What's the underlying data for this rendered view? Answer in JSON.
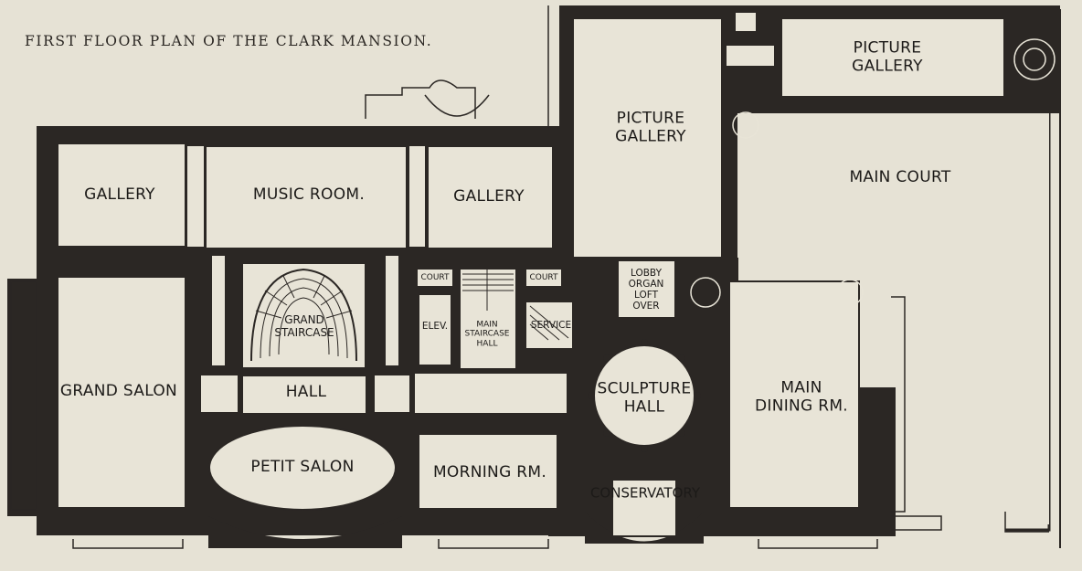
{
  "plan": {
    "title": "FIRST FLOOR PLAN OF THE CLARK MANSION.",
    "colors": {
      "paper": "#e6e2d5",
      "ink": "#2b2724",
      "room_fill": "#e8e4d7"
    }
  },
  "rooms": {
    "picture_gallery_top": [
      "PICTURE",
      "GALLERY"
    ],
    "picture_gallery_mid": [
      "PICTURE",
      "GALLERY"
    ],
    "main_court": "MAIN COURT",
    "gallery_left": "GALLERY",
    "music_room": "MUSIC ROOM.",
    "gallery_right": "GALLERY",
    "court_left": "COURT",
    "court_right": "COURT",
    "lobby": [
      "LOBBY",
      "ORGAN",
      "LOFT",
      "OVER"
    ],
    "grand_staircase": [
      "GRAND",
      "STAIRCASE"
    ],
    "elevator": "ELEV.",
    "main_staircase_hall": [
      "MAIN",
      "STAIRCASE",
      "HALL"
    ],
    "service": "SERVICE",
    "grand_salon": "GRAND SALON",
    "hall": "HALL",
    "sculpture_hall": [
      "SCULPTURE",
      "HALL"
    ],
    "main_dining_rm": [
      "MAIN",
      "DINING RM."
    ],
    "petit_salon": "PETIT SALON",
    "morning_rm": "MORNING RM.",
    "conservatory": "CONSERVATORY"
  }
}
